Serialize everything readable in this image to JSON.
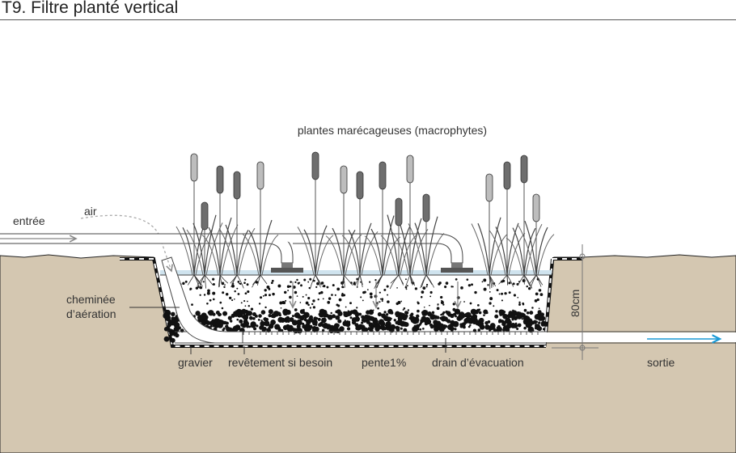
{
  "title": "T9. Filtre planté vertical",
  "labels": {
    "plants": "plantes marécageuses (macrophytes)",
    "air": "air",
    "inlet": "entrée",
    "chimney_line1": "cheminée",
    "chimney_line2": "d’aération",
    "gravel": "gravier",
    "liner": "revêtement si besoin",
    "slope": "pente1%",
    "drain": "drain d’évacuation",
    "outlet": "sortie",
    "depth": "80cm"
  },
  "colors": {
    "soil": "#d4c7b1",
    "water": "#cfe3ee",
    "outlet_arrow": "#1a9ad6",
    "plant_dark": "#6e6e6e",
    "plant_light": "#bdbdbd"
  }
}
